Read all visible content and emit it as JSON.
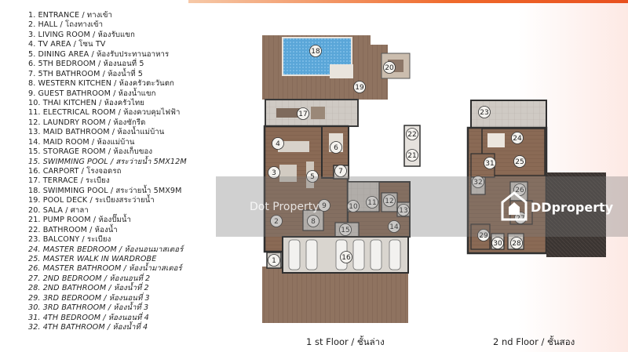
{
  "legend": [
    {
      "text": "1. ENTRANCE / ทางเข้า",
      "italic": false
    },
    {
      "text": "2. HALL / โถงทางเข้า",
      "italic": false
    },
    {
      "text": "3. LIVING ROOM / ห้องรับแขก",
      "italic": false
    },
    {
      "text": "4. TV AREA / โซน TV",
      "italic": false
    },
    {
      "text": "5. DINING AREA / ห้องรับประทานอาหาร",
      "italic": false
    },
    {
      "text": "6. 5TH BEDROOM / ห้องนอนที่ 5",
      "italic": false
    },
    {
      "text": "7. 5TH BATHROOM / ห้องน้ำที่ 5",
      "italic": false
    },
    {
      "text": "8. WESTERN KITCHEN / ห้องครัวตะวันตก",
      "italic": false
    },
    {
      "text": "9. GUEST BATHROOM / ห้องน้ำแขก",
      "italic": false
    },
    {
      "text": "10. THAI KITCHEN / ห้องครัวไทย",
      "italic": false
    },
    {
      "text": "11. ELECTRICAL ROOM / ห้องควบคุมไฟฟ้า",
      "italic": false
    },
    {
      "text": "12. LAUNDRY ROOM / ห้องซักรีด",
      "italic": false
    },
    {
      "text": "13. MAID BATHROOM / ห้องน้ำแม่บ้าน",
      "italic": false
    },
    {
      "text": "14. MAID ROOM / ห้องแม่บ้าน",
      "italic": false
    },
    {
      "text": "15. STORAGE ROOM / ห้องเก็บของ",
      "italic": false
    },
    {
      "text": "15. SWIMMING POOL / สระว่ายน้ำ 5MX12M",
      "italic": true
    },
    {
      "text": "16. CARPORT / โรงจอดรถ",
      "italic": false
    },
    {
      "text": "17. TERRACE / ระเบียง",
      "italic": false
    },
    {
      "text": "18. SWIMMING POOL / สระว่ายน้ำ 5MX9M",
      "italic": false
    },
    {
      "text": "19. POOL DECK / ระเบียงสระว่ายน้ำ",
      "italic": false
    },
    {
      "text": "20. SALA / ศาลา",
      "italic": false
    },
    {
      "text": "21. PUMP ROOM / ห้องปั๊มน้ำ",
      "italic": false
    },
    {
      "text": "22. BATHROOM / ห้องน้ำ",
      "italic": false
    },
    {
      "text": "23. BALCONY / ระเบียง",
      "italic": false
    },
    {
      "text": "24. MASTER BEDROOM / ห้องนอนมาสเตอร์",
      "italic": true
    },
    {
      "text": "25. MASTER WALK IN WARDROBE",
      "italic": true
    },
    {
      "text": "26. MASTER BATHROOM / ห้องน้ำมาสเตอร์",
      "italic": true
    },
    {
      "text": "27. 2ND BEDROOM / ห้องนอนที่ 2",
      "italic": true
    },
    {
      "text": "28. 2ND BATHROOM / ห้องน้ำที่ 2",
      "italic": true
    },
    {
      "text": "29. 3RD BEDROOM / ห้องนอนที่ 3",
      "italic": true
    },
    {
      "text": "30. 3RD BATHROOM / ห้องน้ำที่ 3",
      "italic": true
    },
    {
      "text": "31. 4TH BEDROOM / ห้องนอนที่ 4",
      "italic": true
    },
    {
      "text": "32. 4TH BATHROOM / ห้องน้ำที่ 4",
      "italic": true
    }
  ],
  "plans": {
    "first_floor": {
      "caption": "1 st Floor / ชั้นล่าง",
      "labels": [
        "1",
        "2",
        "3",
        "4",
        "5",
        "6",
        "7",
        "8",
        "9",
        "10",
        "11",
        "12",
        "13",
        "14",
        "15",
        "16",
        "17",
        "18",
        "19",
        "20",
        "21",
        "22"
      ]
    },
    "second_floor": {
      "caption": "2 nd Floor / ชั้นสอง",
      "labels": [
        "23",
        "24",
        "25",
        "26",
        "27",
        "28",
        "29",
        "30",
        "31",
        "32"
      ]
    }
  },
  "watermarks": {
    "left": "Dot Property",
    "right": "DDproperty"
  },
  "colors": {
    "accent": "#ef6a2c",
    "floor_wood": "#8a6a55",
    "deck": "#8f7360",
    "pool": "#5aa6d8",
    "wall": "#3a3a3a"
  }
}
